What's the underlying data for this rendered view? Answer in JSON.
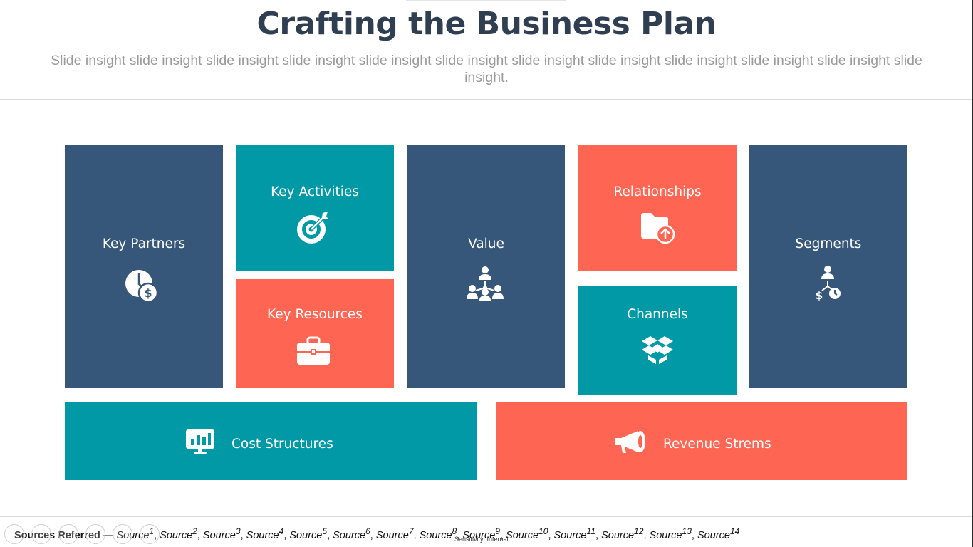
{
  "slide": {
    "title": "Crafting the Business Plan",
    "subtitle": "Slide insight slide insight slide insight slide insight slide insight slide insight slide insight slide insight slide insight slide insight slide insight slide insight."
  },
  "canvas": {
    "tiles": [
      {
        "label": "Key Partners",
        "icon": "clock-dollar-icon",
        "color": "#36577a"
      },
      {
        "label": "Key Activities",
        "icon": "target-arrow-icon",
        "color": "#0199a5"
      },
      {
        "label": "Key Resources",
        "icon": "briefcase-icon",
        "color": "#ff6553"
      },
      {
        "label": "Value",
        "icon": "people-network-icon",
        "color": "#36577a"
      },
      {
        "label": "Relationships",
        "icon": "folder-upload-icon",
        "color": "#ff6553"
      },
      {
        "label": "Channels",
        "icon": "dropbox-box-icon",
        "color": "#0199a5"
      },
      {
        "label": "Segments",
        "icon": "person-money-time-icon",
        "color": "#36577a"
      },
      {
        "label": "Cost Structures",
        "icon": "monitor-chart-icon",
        "color": "#0199a5"
      },
      {
        "label": "Revenue Strems",
        "icon": "megaphone-icon",
        "color": "#ff6553"
      }
    ]
  },
  "footer": {
    "sources_label": "Sources Referred",
    "dash": " — ",
    "sources": [
      "Source",
      "Source",
      "Source",
      "Source",
      "Source",
      "Source",
      "Source",
      "Source",
      "Source",
      "Source",
      "Source",
      "Source",
      "Source",
      "Source"
    ],
    "sup": [
      "1",
      "2",
      "3",
      "4",
      "5",
      "6",
      "7",
      "8",
      "9",
      "10",
      "11",
      "12",
      "13",
      "14"
    ],
    "sensitivity": "Sensitivity: Internal"
  }
}
